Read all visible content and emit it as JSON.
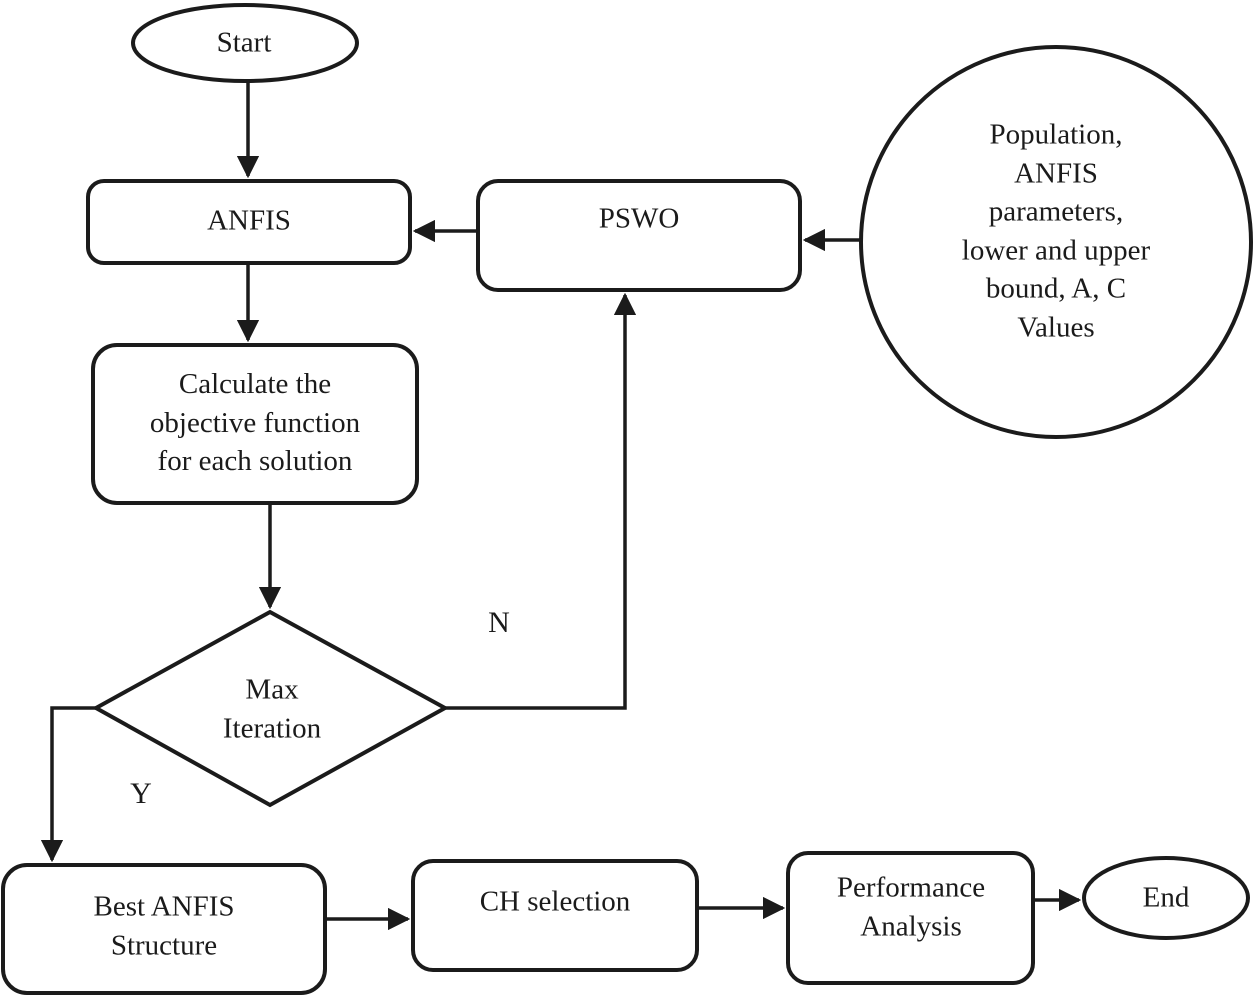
{
  "diagram": {
    "type": "flowchart",
    "description": "ANFIS-PSWO optimization flowchart",
    "colors": {
      "stroke": "#1b1b1b",
      "text": "#1b1b1b",
      "background": "#ffffff"
    }
  },
  "nodes": {
    "start": {
      "shape": "terminator-ellipse",
      "label": "Start"
    },
    "anfis": {
      "shape": "rounded-rect",
      "label": "ANFIS"
    },
    "pswo": {
      "shape": "rounded-rect",
      "label": "PSWO"
    },
    "inputs": {
      "shape": "circle",
      "label": "Population,\nANFIS\nparameters,\nlower and upper\nbound, A, C\nValues"
    },
    "calculate": {
      "shape": "rounded-rect",
      "label": "Calculate the\nobjective function\nfor each solution"
    },
    "max_iteration": {
      "shape": "decision-diamond",
      "label": "Max\nIteration"
    },
    "best_anfis": {
      "shape": "rounded-rect",
      "label": "Best ANFIS\nStructure"
    },
    "ch_selection": {
      "shape": "rounded-rect",
      "label": "CH selection"
    },
    "performance": {
      "shape": "rounded-rect",
      "label": "Performance\nAnalysis"
    },
    "end": {
      "shape": "terminator-ellipse",
      "label": "End"
    }
  },
  "edge_labels": {
    "no": "N",
    "yes": "Y"
  },
  "edges": [
    {
      "from": "start",
      "to": "anfis"
    },
    {
      "from": "anfis",
      "to": "calculate"
    },
    {
      "from": "inputs",
      "to": "pswo"
    },
    {
      "from": "pswo",
      "to": "anfis"
    },
    {
      "from": "calculate",
      "to": "max_iteration"
    },
    {
      "from": "max_iteration",
      "to": "pswo",
      "label": "N"
    },
    {
      "from": "max_iteration",
      "to": "best_anfis",
      "label": "Y"
    },
    {
      "from": "best_anfis",
      "to": "ch_selection"
    },
    {
      "from": "ch_selection",
      "to": "performance"
    },
    {
      "from": "performance",
      "to": "end"
    }
  ]
}
